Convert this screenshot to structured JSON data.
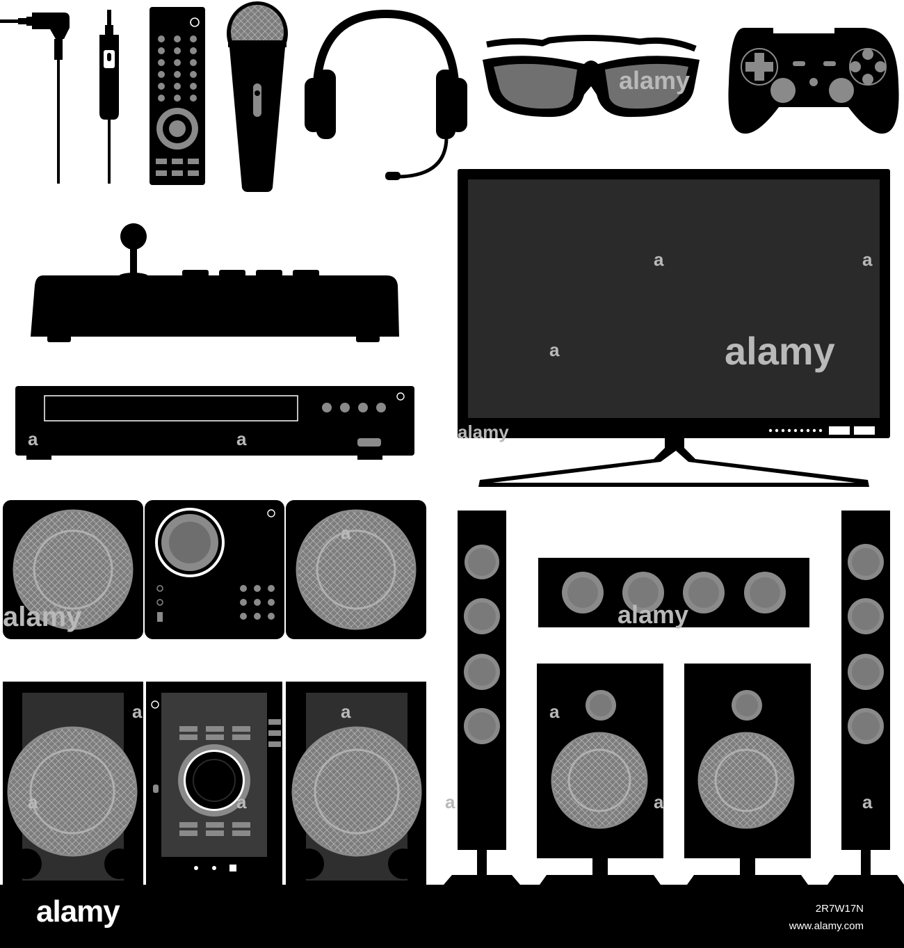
{
  "watermark": {
    "text": "alamy",
    "glyph": "a"
  },
  "footer": {
    "logo": "alamy",
    "image_id": "2R7W17N",
    "site": "www.alamy.com"
  },
  "colors": {
    "silhouette": "#000000",
    "dark_panel": "#2a2a2a",
    "speaker_grey": "#8a8a8a",
    "watermark": "#b9b9b9"
  },
  "items": [
    "audio-jack-icon",
    "mic-jack-icon",
    "remote-control-icon",
    "microphone-icon",
    "headset-icon",
    "3d-glasses-icon",
    "gamepad-icon",
    "arcade-joystick-icon",
    "dvd-player-icon",
    "flat-tv-icon",
    "micro-stereo-icon",
    "home-theater-speakers-icon",
    "hifi-stereo-icon"
  ]
}
